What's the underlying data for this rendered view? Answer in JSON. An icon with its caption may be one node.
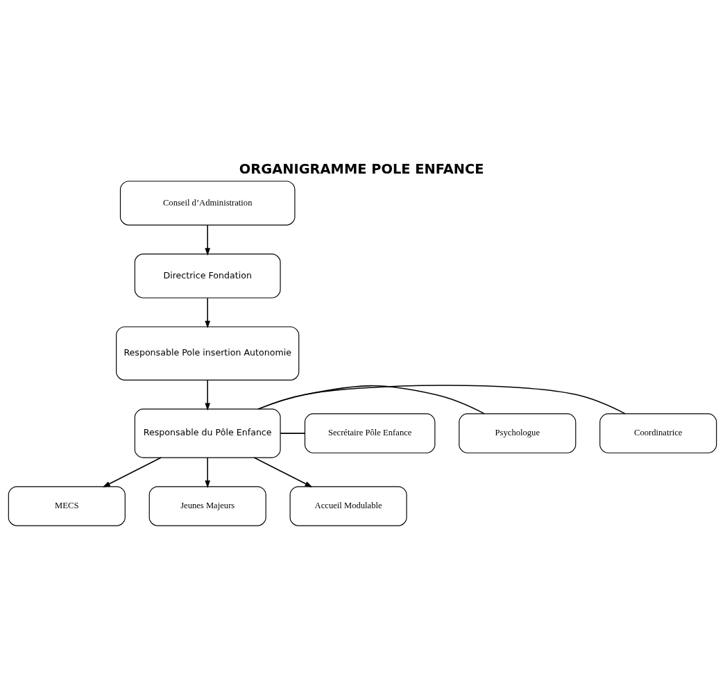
{
  "diagram": {
    "title": "ORGANIGRAMME POLE ENFANCE",
    "nodes": [
      {
        "text": [
          "Conseil d’Administration"
        ]
      },
      {
        "text": [
          "Directrice Fondation"
        ]
      },
      {
        "text": [
          "Responsable Pole insertion Autonomie"
        ]
      },
      {
        "text": [
          "Secrétaire Pôle Enfance"
        ]
      },
      {
        "text": [
          "Psychologue"
        ]
      },
      {
        "text": [
          "Responsable du Pôle Enfance"
        ]
      },
      {
        "text": [
          "Coordinatrice"
        ]
      },
      {
        "text": [
          "MECS"
        ]
      },
      {
        "text": [
          "Jeunes Majeurs"
        ]
      },
      {
        "text": [
          "Accueil Modulable"
        ]
      }
    ],
    "edges": [
      {
        "from": 0,
        "to": 1,
        "arrow": "to"
      },
      {
        "from": 1,
        "to": 2,
        "arrow": "to"
      },
      {
        "from": 2,
        "to": 5,
        "arrow": "to"
      },
      {
        "from": 3,
        "to": 5,
        "arrow": "none"
      },
      {
        "from": 6,
        "to": 5,
        "arrow": "none"
      },
      {
        "from": 4,
        "to": 5,
        "arrow": "none"
      },
      {
        "from": 5,
        "to": 7,
        "arrow": "to"
      },
      {
        "from": 5,
        "to": 8,
        "arrow": "to"
      },
      {
        "from": 5,
        "to": 9,
        "arrow": "to"
      }
    ]
  }
}
